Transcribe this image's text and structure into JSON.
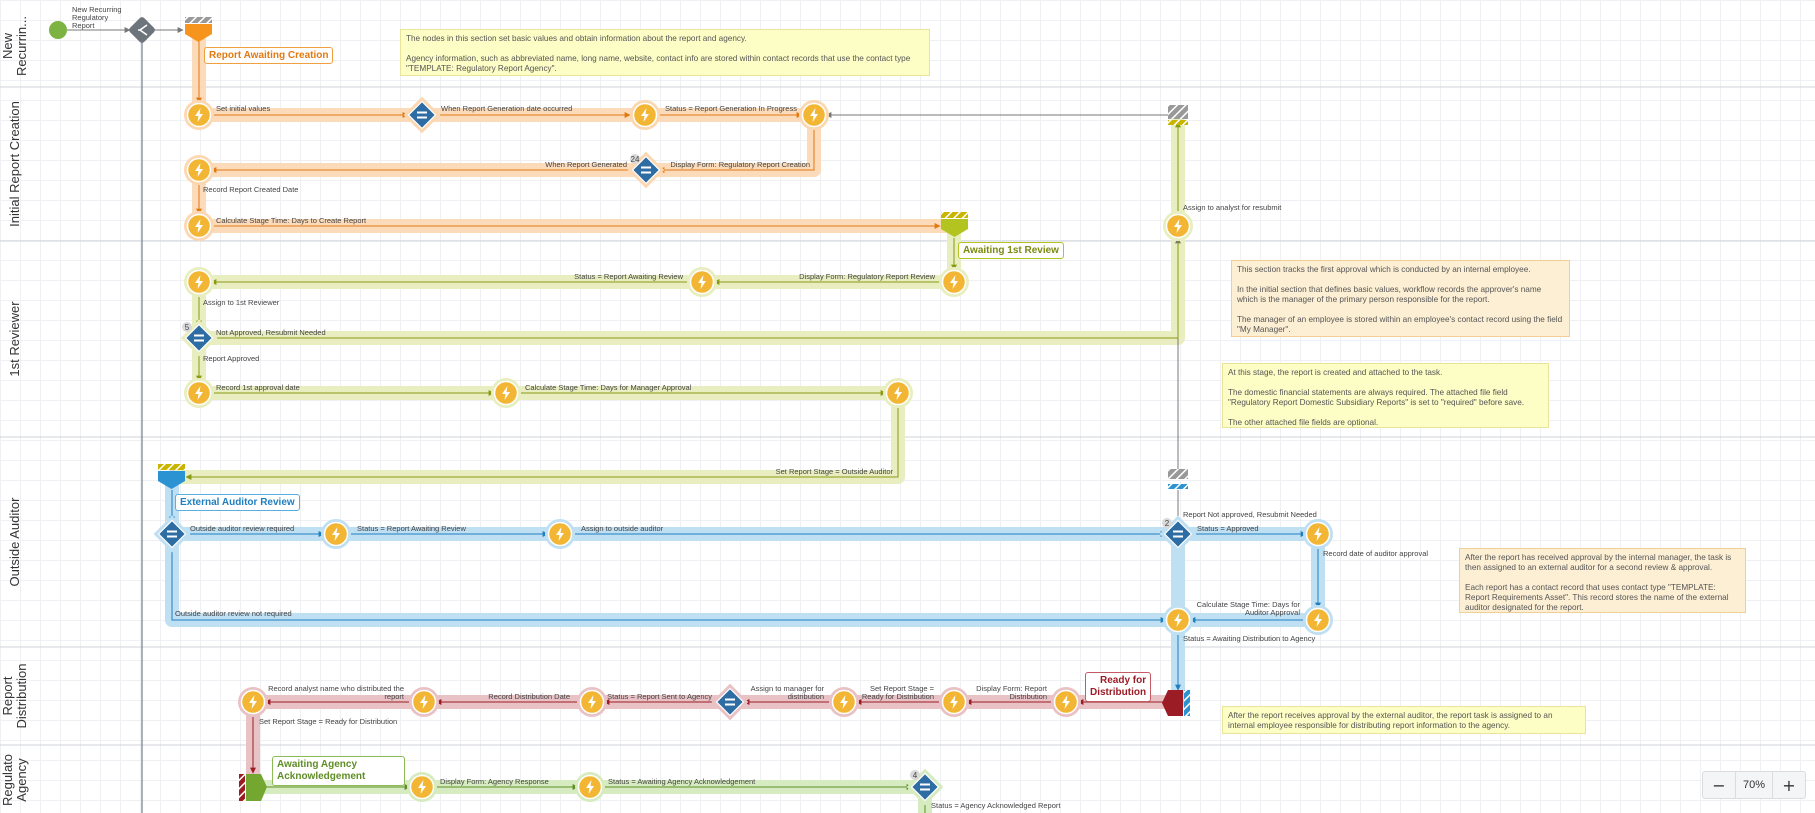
{
  "lanes": [
    {
      "label": "New\nRecurrin..."
    },
    {
      "label": "Initial Report Creation"
    },
    {
      "label": "1st Reviewer"
    },
    {
      "label": "Outside Auditor"
    },
    {
      "label": "Report\nDistribution"
    },
    {
      "label": "Regulato\nAgency"
    }
  ],
  "start_label": "New Recurring\nRegulatory\nReport",
  "stages": {
    "awaiting_creation": "Report Awaiting Creation",
    "awaiting_1st_review": "Awaiting 1st Review",
    "external_auditor_review": "External Auditor Review",
    "ready_for_distribution": "Ready for\nDistribution",
    "awaiting_agency_ack": "Awaiting Agency\nAcknowledgement"
  },
  "edge_labels": {
    "set_initial_values": "Set initial values",
    "when_report_generation_date": "When Report Generation date occurred",
    "status_generation_in_progress": "Status = Report Generation In Progress",
    "when_report_generated": "When Report Generated",
    "display_form_creation": "Display Form: Regulatory Report Creation",
    "record_report_created_date": "Record Report Created Date",
    "calc_days_to_create": "Calculate Stage Time: Days to Create Report",
    "assign_analyst_resubmit": "Assign to analyst for resubmit",
    "status_awaiting_review_1": "Status = Report Awaiting Review",
    "display_form_review": "Display Form: Regulatory Report Review",
    "assign_1st_reviewer": "Assign to 1st Reviewer",
    "not_approved_resubmit": "Not Approved, Resubmit Needed",
    "report_approved": "Report Approved",
    "record_1st_approval": "Record 1st approval date",
    "calc_days_manager": "Calculate Stage Time: Days for Manager Approval",
    "set_stage_outside_auditor": "Set Report Stage = Outside Auditor",
    "outside_review_required": "Outside auditor review required",
    "status_awaiting_review_2": "Status = Report Awaiting Review",
    "assign_outside_auditor": "Assign to outside auditor",
    "report_not_approved_resubmit": "Report Not approved, Resubmit Needed",
    "status_approved": "Status = Approved",
    "record_date_auditor": "Record date of auditor approval",
    "calc_days_auditor": "Calculate Stage Time: Days for\nAuditor Approval",
    "outside_review_not_required": "Outside auditor review not required",
    "status_awaiting_distribution": "Status = Awaiting Distribution to Agency",
    "record_analyst_distributed": "Record analyst name who distributed the\nreport",
    "record_distribution_date": "Record Distribution Date",
    "status_sent_agency": "Status = Report Sent to Agency",
    "assign_manager_distribution": "Assign to manager for\ndistribution",
    "set_stage_ready": "Set Report Stage =\nReady for Distribution",
    "display_form_distribution": "Display Form: Report\nDistribution",
    "set_stage_ready_2": "Set Report Stage = Ready for Distribution",
    "display_form_agency_response": "Display Form: Agency Response",
    "status_awaiting_ack": "Status = Awaiting Agency Acknowledgement",
    "status_agency_ack": "Status = Agency Acknowledged Report"
  },
  "badges": {
    "b24": "24",
    "b5": "5",
    "b2": "2",
    "b4": "4"
  },
  "notes": {
    "note1": "The nodes in this section set basic values and obtain information about the report and agency.\n\nAgency information, such as abbreviated name, long name, website, contact info are stored within contact records that use the contact type \"TEMPLATE: Regulatory Report Agency\".",
    "note2": "This section tracks the first approval which is conducted by an internal employee.\n\nIn the initial section that defines basic values, workflow records the approver's name which is the manager of the primary person responsible for the report.\n\nThe manager of an employee is stored within an employee's contact record using the field \"My Manager\".",
    "note3": "At this stage, the report is created and attached to the task.\n\nThe domestic financial statements are always required. The attached file field \"Regulatory Report Domestic Subsidiary Reports\" is set to \"required\" before save.\n\nThe other attached file fields are optional.",
    "note4": "After the report has received approval by the internal manager, the task is then assigned to an external auditor for a second review & approval.\n\nEach report has a contact record that uses contact type \"TEMPLATE: Report Requirements Asset\". This record stores the name of the external auditor designated for the report.",
    "note5": "After the report receives approval by the external auditor, the report task is assigned to an internal employee responsible for distributing report information to the agency."
  },
  "zoom": {
    "minus": "−",
    "value": "70%",
    "plus": "+"
  },
  "colors": {
    "orange": "#f7941d",
    "orange_band": "#fbd7b2",
    "olive": "#b3c31f",
    "olive_band": "#e8eec0",
    "blue": "#2b93d1",
    "blue_band": "#bfdff3",
    "red": "#9c1c25",
    "red_band": "#e9c2c6",
    "green": "#74a730",
    "green_band": "#d6ebc0",
    "node": "#f2b634",
    "gateway": "#2e6da4",
    "start": "#7cb342"
  }
}
